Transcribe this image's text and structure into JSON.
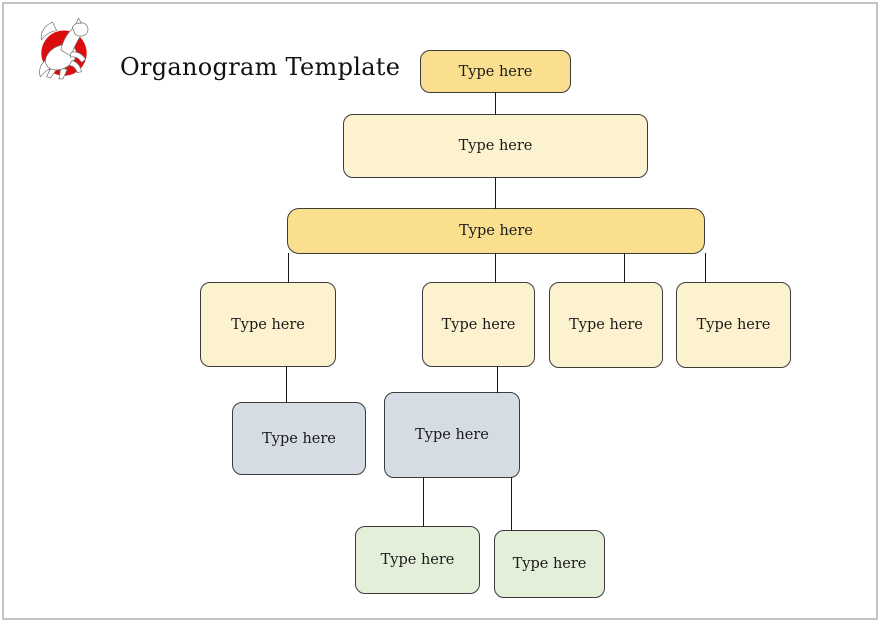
{
  "header": {
    "title": "Organogram Template",
    "logo": "red-circle-white-horse"
  },
  "palette": {
    "gold": "#FADF8E",
    "cream": "#FDF2CF",
    "blueGray": "#D6DCE4",
    "green": "#E3EFD9",
    "border": "#3C3C3C",
    "line": "#161616",
    "frame": "#C5C5C5",
    "text": "#1B1B1B",
    "logoRed": "#DB0D0D"
  },
  "nodes": [
    {
      "id": "root",
      "level": 1,
      "label": "Type here"
    },
    {
      "id": "level-2",
      "level": 2,
      "label": "Type here"
    },
    {
      "id": "level-3",
      "level": 3,
      "label": "Type here"
    },
    {
      "id": "branch-1",
      "level": 4,
      "label": "Type here"
    },
    {
      "id": "branch-2",
      "level": 4,
      "label": "Type here"
    },
    {
      "id": "branch-3",
      "level": 4,
      "label": "Type here"
    },
    {
      "id": "branch-4",
      "level": 4,
      "label": "Type here"
    },
    {
      "id": "sub-1",
      "level": 5,
      "label": "Type here"
    },
    {
      "id": "sub-2",
      "level": 5,
      "label": "Type here"
    },
    {
      "id": "leaf-1",
      "level": 6,
      "label": "Type here"
    },
    {
      "id": "leaf-2",
      "level": 6,
      "label": "Type here"
    }
  ]
}
